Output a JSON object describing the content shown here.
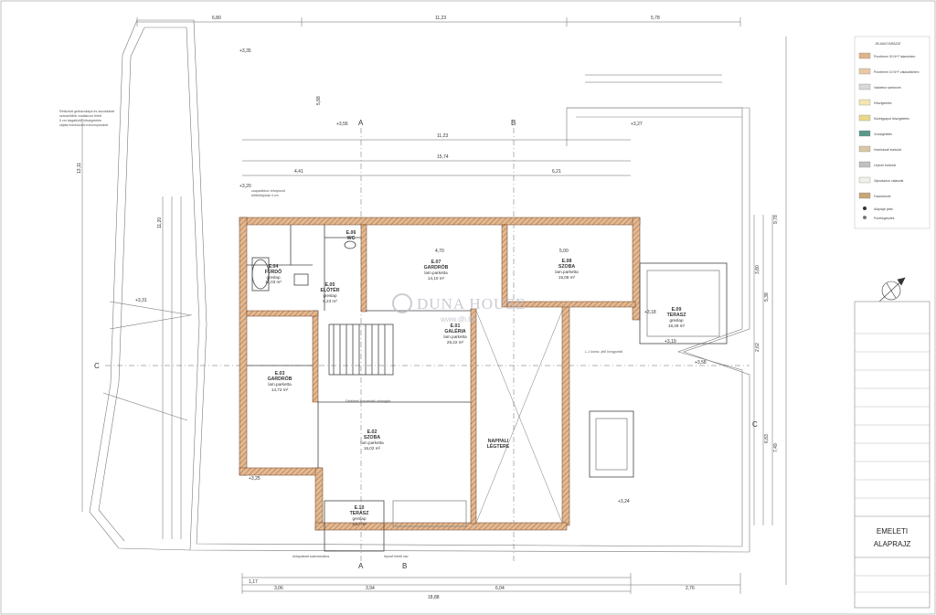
{
  "title_block": {
    "line1": "EMELETI",
    "line2": "ALAPRAJZ"
  },
  "legend": {
    "heading": "JELMAGYARÁZAT",
    "items": [
      {
        "label": "Porotherm 30 N+F falazóelem",
        "color": "#e0b48c"
      },
      {
        "label": "Porotherm 10 N+F válaszfalelem",
        "color": "#e8c9a4"
      },
      {
        "label": "Vasbeton szerkezet",
        "color": "#d8d8d8"
      },
      {
        "label": "Hőszigetelés",
        "color": "#f3e6b0"
      },
      {
        "label": "Kőzetgyapot hőszigetelés",
        "color": "#e9d98a"
      },
      {
        "label": "Vízszigetelés",
        "color": "#5a9a8c"
      },
      {
        "label": "Homlokzati burkolat",
        "color": "#d9c7a8"
      },
      {
        "label": "Lépcső burkolat",
        "color": "#c0c0c0"
      },
      {
        "label": "Gipszkarton válaszfal",
        "color": "#f1f1e9"
      },
      {
        "label": "Faszerkezet",
        "color": "#c9a678"
      }
    ],
    "symbol_notes": [
      "Alaprajzi jelek",
      "Ponthegesztés"
    ]
  },
  "watermark": {
    "brand": "DUNA HOUSE",
    "url": "www.dh.hu"
  },
  "axes": {
    "vertical": [
      "A",
      "B"
    ],
    "horizontal": [
      "C"
    ]
  },
  "rooms": [
    {
      "id": "E.04",
      "name": "FÜRDŐ",
      "floor": "greslap",
      "area": "11,03 m²"
    },
    {
      "id": "E.06",
      "name": "WC",
      "floor": "",
      "area": ""
    },
    {
      "id": "E.07",
      "name": "GARDRÓB",
      "floor": "lam.parketta",
      "area": "14,10 m²"
    },
    {
      "id": "E.08",
      "name": "SZOBA",
      "floor": "lam.parketta",
      "area": "15,08 m²"
    },
    {
      "id": "E.05",
      "name": "ELŐTÉR",
      "floor": "greslap",
      "area": "5,23 m²"
    },
    {
      "id": "E.01",
      "name": "GALÉRIA",
      "floor": "lam.parketta",
      "area": "26,22 m²"
    },
    {
      "id": "E.09",
      "name": "TERASZ",
      "floor": "greslap",
      "area": "18,49 m²"
    },
    {
      "id": "E.03",
      "name": "GARDRÓB",
      "floor": "lam.parketta",
      "area": "14,72 m²"
    },
    {
      "id": "E.02",
      "name": "SZOBA",
      "floor": "lam.parketta",
      "area": "16,02 m²"
    },
    {
      "id": "E.10",
      "name": "TERASZ",
      "floor": "greslap",
      "area": "4,57 m²"
    }
  ],
  "void_label": {
    "line1": "NAPPALI",
    "line2": "LÉGTERE"
  },
  "dimensions": {
    "top_total": [
      "6,80",
      "11,23",
      "5,78"
    ],
    "top_inner": "11,23",
    "top_second": "15,74",
    "top_sub": [
      "4,41",
      "6,21"
    ],
    "inner_row": [
      "4,70",
      "5,00"
    ],
    "left_vertical": [
      "13,11",
      "11,20",
      "5,88"
    ],
    "right_vertical": [
      "9,78",
      "3,80",
      "5,38",
      "2,62",
      "6,83",
      "7,49"
    ],
    "bottom_row": [
      "1,17",
      "3,06",
      "3,94",
      "6,04",
      "2,76"
    ],
    "bottom_total": "18,88",
    "levels": [
      "+3,35",
      "+3,20",
      "+3,56",
      "+3,31",
      "+3,27",
      "+3,18",
      "+3,24",
      "+3,25",
      "+3,19",
      "+3,58"
    ]
  },
  "notes": [
    "Rétisztott gerbácskapa és aszokkabel",
    "száraztöltök csatlakozó felett",
    "5 cm kisgátkötő hőszigetelés",
    "zájtás homlokzati vízkonnyézabel",
    "csapadékvíz lefolyócső",
    "tetőkifolyólak 4 cm",
    "Szfaldeel Porvardaki odorogda",
    "L-1 konsz. jelű üvegportál",
    "betapatkatt számsíkalkos",
    "lépcső feletti sáv"
  ]
}
